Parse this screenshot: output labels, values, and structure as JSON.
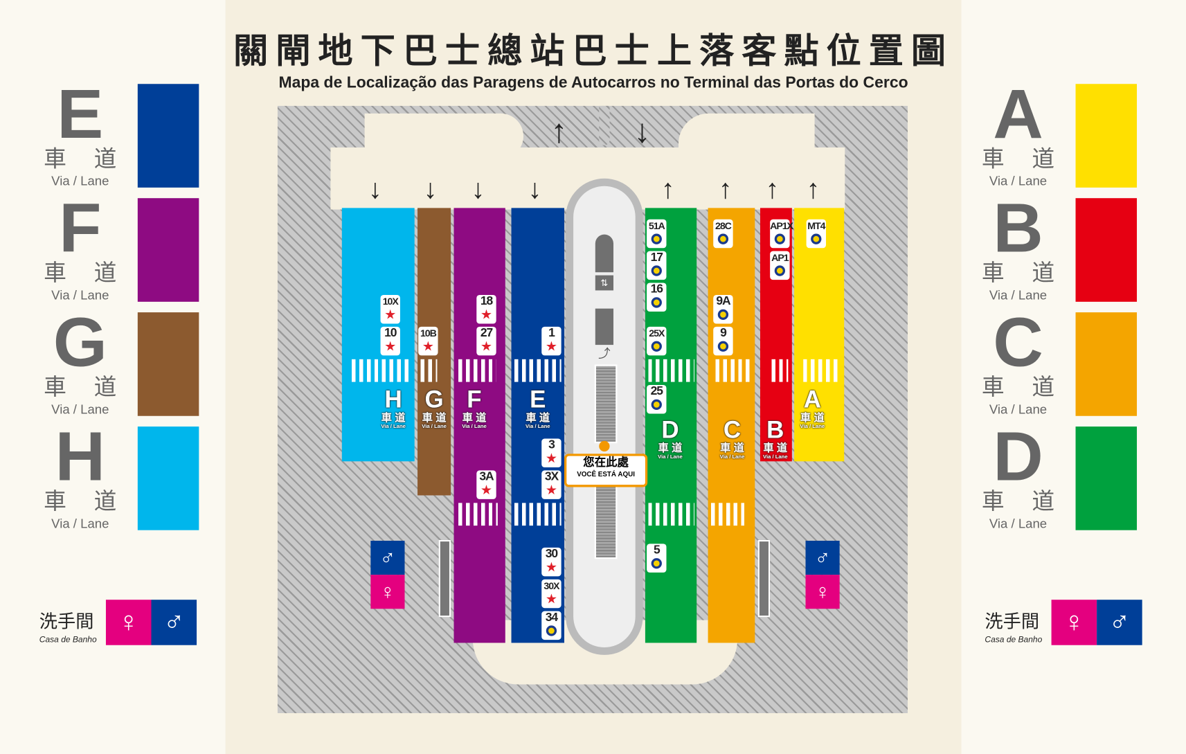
{
  "title_zh": "關閘地下巴士總站巴士上落客點位置圖",
  "title_pt": "Mapa de Localização das Paragens de Autocarros no Terminal das Portas do Cerco",
  "lane_zh": "車 道",
  "lane_pt": "Via / Lane",
  "legend_left": [
    {
      "letter": "E",
      "color": "#003f98"
    },
    {
      "letter": "F",
      "color": "#8e0b82"
    },
    {
      "letter": "G",
      "color": "#8c5a2f"
    },
    {
      "letter": "H",
      "color": "#00b6ec"
    }
  ],
  "legend_right": [
    {
      "letter": "A",
      "color": "#ffe000"
    },
    {
      "letter": "B",
      "color": "#e60012"
    },
    {
      "letter": "C",
      "color": "#f4a500"
    },
    {
      "letter": "D",
      "color": "#00a13e"
    }
  ],
  "restroom": {
    "zh": "洗手間",
    "pt": "Casa de Banho"
  },
  "you_are_here": {
    "zh": "您在此處",
    "pt": "VOCÊ ESTÁ AQUI"
  },
  "lanes": [
    {
      "letter": "H",
      "color": "#00b6ec",
      "routes": [
        {
          "n": "10X",
          "icon": "star"
        },
        {
          "n": "10",
          "icon": "star"
        }
      ]
    },
    {
      "letter": "G",
      "color": "#8c5a2f",
      "routes": [
        {
          "n": "10B",
          "icon": "star"
        }
      ]
    },
    {
      "letter": "F",
      "color": "#8e0b82",
      "routes": [
        {
          "n": "18",
          "icon": "star"
        },
        {
          "n": "27",
          "icon": "star"
        },
        {
          "n": "3A",
          "icon": "star"
        }
      ]
    },
    {
      "letter": "E",
      "color": "#003f98",
      "routes": [
        {
          "n": "1",
          "icon": "star"
        },
        {
          "n": "3",
          "icon": "star"
        },
        {
          "n": "3X",
          "icon": "star"
        },
        {
          "n": "30",
          "icon": "star"
        },
        {
          "n": "30X",
          "icon": "star"
        },
        {
          "n": "34",
          "icon": "ring"
        }
      ]
    },
    {
      "letter": "D",
      "color": "#00a13e",
      "routes": [
        {
          "n": "51A",
          "icon": "ring"
        },
        {
          "n": "17",
          "icon": "ring"
        },
        {
          "n": "16",
          "icon": "ring"
        },
        {
          "n": "25X",
          "icon": "ring"
        },
        {
          "n": "25",
          "icon": "ring"
        },
        {
          "n": "5",
          "icon": "ring"
        }
      ]
    },
    {
      "letter": "C",
      "color": "#f4a500",
      "routes": [
        {
          "n": "28C",
          "icon": "ring"
        },
        {
          "n": "9A",
          "icon": "ring"
        },
        {
          "n": "9",
          "icon": "ring"
        }
      ]
    },
    {
      "letter": "B",
      "color": "#e60012",
      "routes": [
        {
          "n": "AP1X",
          "icon": "ring"
        },
        {
          "n": "AP1",
          "icon": "ring"
        }
      ]
    },
    {
      "letter": "A",
      "color": "#ffe000",
      "routes": [
        {
          "n": "MT4",
          "icon": "ring"
        }
      ]
    }
  ]
}
